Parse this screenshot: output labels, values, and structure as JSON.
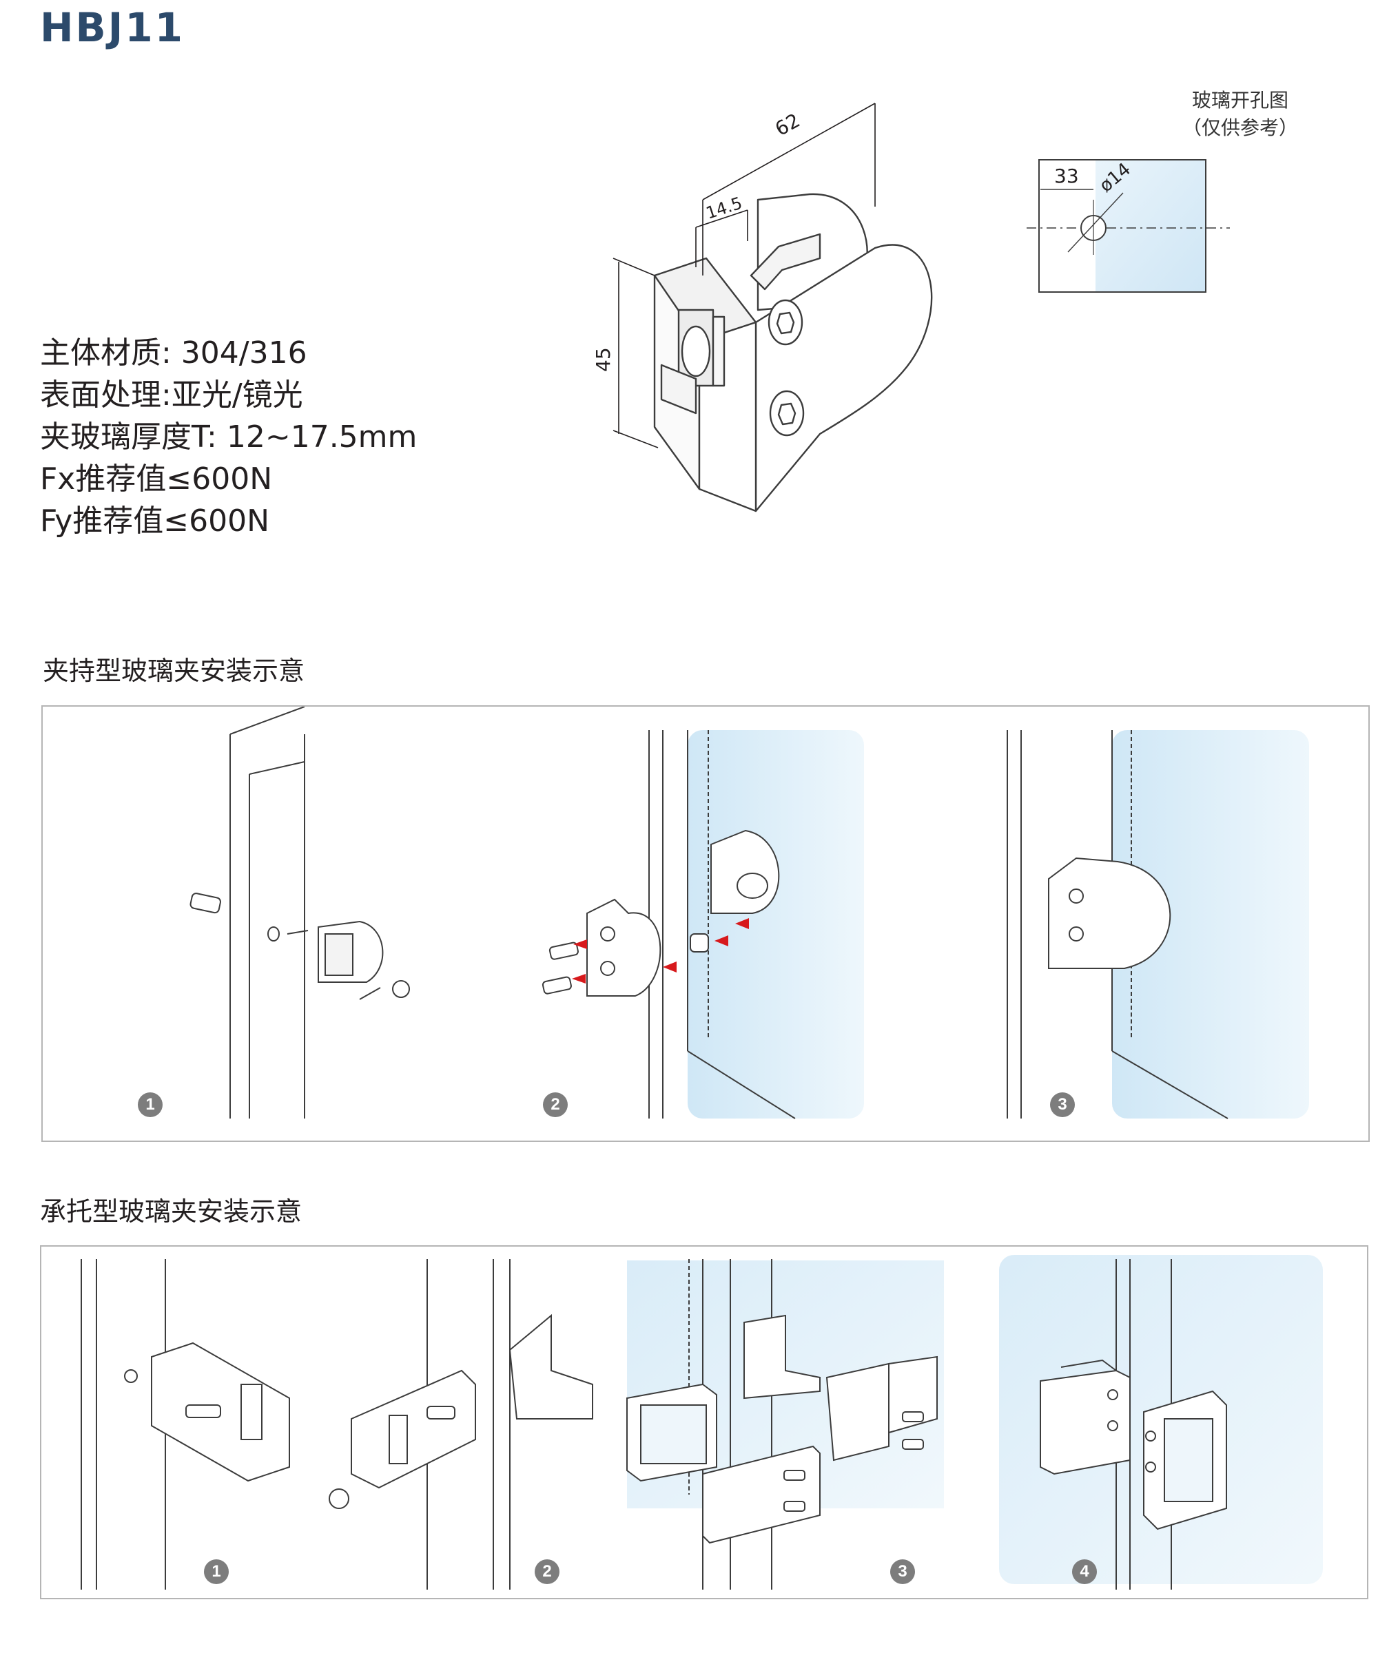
{
  "product": {
    "code": "HBJ11"
  },
  "specs": [
    "主体材质: 304/316",
    "表面处理:亚光/镜光",
    "夹玻璃厚度T: 12~17.5mm",
    "Fx推荐值≤600N",
    "Fy推荐值≤600N"
  ],
  "main_drawing": {
    "dimensions": {
      "width": "62",
      "slot": "14.5",
      "height": "45"
    },
    "icons": [
      "glass-clamp-icon",
      "hex-screw-icon"
    ]
  },
  "hole_diagram": {
    "caption_line1": "玻璃开孔图",
    "caption_line2": "（仅供参考）",
    "offset": "33",
    "diameter": "ø14"
  },
  "section_clamp": {
    "title": "夹持型玻璃夹安装示意",
    "steps": [
      "1",
      "2",
      "3"
    ]
  },
  "section_support": {
    "title": "承托型玻璃夹安装示意",
    "steps": [
      "1",
      "2",
      "3",
      "4"
    ]
  },
  "colors": {
    "title": "#2c4a6b",
    "glass": "#d6ebf7",
    "line": "#3c3c3c",
    "arrow": "#d7191c",
    "step_badge": "#7d7d7d"
  }
}
